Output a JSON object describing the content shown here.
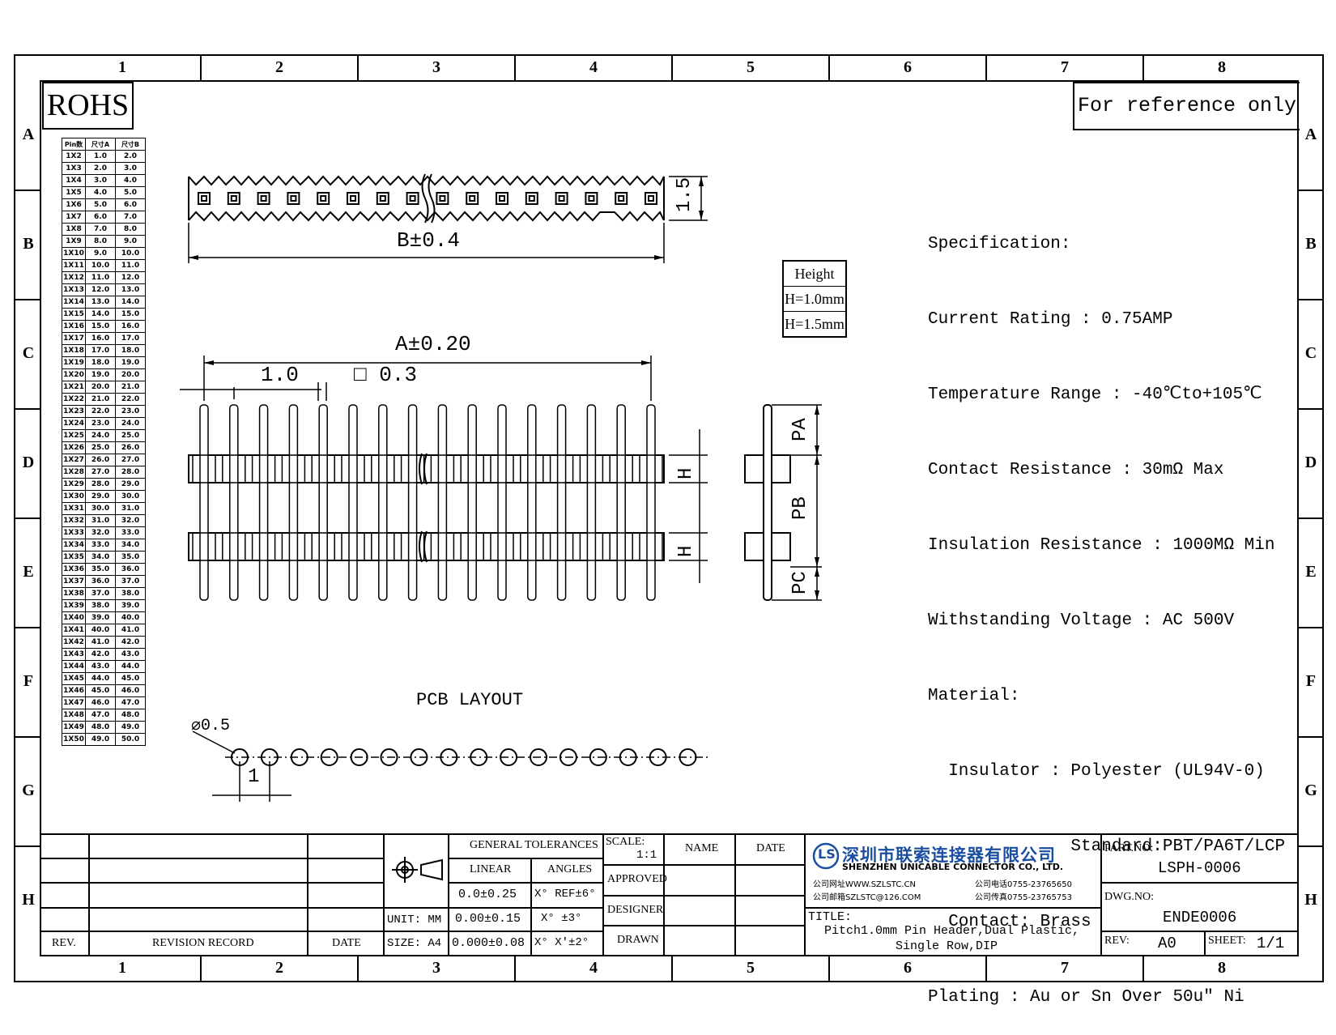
{
  "zone_numbers": [
    "1",
    "2",
    "3",
    "4",
    "5",
    "6",
    "7",
    "8"
  ],
  "zone_letters": [
    "A",
    "B",
    "C",
    "D",
    "E",
    "F",
    "G",
    "H"
  ],
  "rohs_label": "ROHS",
  "reference_note": "For reference only",
  "pin_table": {
    "headers": [
      "Pin数",
      "尺寸A",
      "尺寸B"
    ],
    "rows": [
      [
        "1X2",
        "1.0",
        "2.0"
      ],
      [
        "1X3",
        "2.0",
        "3.0"
      ],
      [
        "1X4",
        "3.0",
        "4.0"
      ],
      [
        "1X5",
        "4.0",
        "5.0"
      ],
      [
        "1X6",
        "5.0",
        "6.0"
      ],
      [
        "1X7",
        "6.0",
        "7.0"
      ],
      [
        "1X8",
        "7.0",
        "8.0"
      ],
      [
        "1X9",
        "8.0",
        "9.0"
      ],
      [
        "1X10",
        "9.0",
        "10.0"
      ],
      [
        "1X11",
        "10.0",
        "11.0"
      ],
      [
        "1X12",
        "11.0",
        "12.0"
      ],
      [
        "1X13",
        "12.0",
        "13.0"
      ],
      [
        "1X14",
        "13.0",
        "14.0"
      ],
      [
        "1X15",
        "14.0",
        "15.0"
      ],
      [
        "1X16",
        "15.0",
        "16.0"
      ],
      [
        "1X17",
        "16.0",
        "17.0"
      ],
      [
        "1X18",
        "17.0",
        "18.0"
      ],
      [
        "1X19",
        "18.0",
        "19.0"
      ],
      [
        "1X20",
        "19.0",
        "20.0"
      ],
      [
        "1X21",
        "20.0",
        "21.0"
      ],
      [
        "1X22",
        "21.0",
        "22.0"
      ],
      [
        "1X23",
        "22.0",
        "23.0"
      ],
      [
        "1X24",
        "23.0",
        "24.0"
      ],
      [
        "1X25",
        "24.0",
        "25.0"
      ],
      [
        "1X26",
        "25.0",
        "26.0"
      ],
      [
        "1X27",
        "26.0",
        "27.0"
      ],
      [
        "1X28",
        "27.0",
        "28.0"
      ],
      [
        "1X29",
        "28.0",
        "29.0"
      ],
      [
        "1X30",
        "29.0",
        "30.0"
      ],
      [
        "1X31",
        "30.0",
        "31.0"
      ],
      [
        "1X32",
        "31.0",
        "32.0"
      ],
      [
        "1X33",
        "32.0",
        "33.0"
      ],
      [
        "1X34",
        "33.0",
        "34.0"
      ],
      [
        "1X35",
        "34.0",
        "35.0"
      ],
      [
        "1X36",
        "35.0",
        "36.0"
      ],
      [
        "1X37",
        "36.0",
        "37.0"
      ],
      [
        "1X38",
        "37.0",
        "38.0"
      ],
      [
        "1X39",
        "38.0",
        "39.0"
      ],
      [
        "1X40",
        "39.0",
        "40.0"
      ],
      [
        "1X41",
        "40.0",
        "41.0"
      ],
      [
        "1X42",
        "41.0",
        "42.0"
      ],
      [
        "1X43",
        "42.0",
        "43.0"
      ],
      [
        "1X44",
        "43.0",
        "44.0"
      ],
      [
        "1X45",
        "44.0",
        "45.0"
      ],
      [
        "1X46",
        "45.0",
        "46.0"
      ],
      [
        "1X47",
        "46.0",
        "47.0"
      ],
      [
        "1X48",
        "47.0",
        "48.0"
      ],
      [
        "1X49",
        "48.0",
        "49.0"
      ],
      [
        "1X50",
        "49.0",
        "50.0"
      ]
    ]
  },
  "dimensions": {
    "b_label": "B±0.4",
    "height_15": "1.5",
    "a_label": "A±0.20",
    "pitch": "1.0",
    "square": "□ 0.3",
    "h1": "H",
    "h2": "H",
    "pa": "PA",
    "pb": "PB",
    "pc": "PC",
    "pcb_title": "PCB LAYOUT",
    "hole_dia": "⌀0.5",
    "pcb_pitch": "1"
  },
  "height_table": {
    "title": "Height",
    "rows": [
      "H=1.0mm",
      "H=1.5mm"
    ]
  },
  "specification": [
    "Specification:",
    "Current Rating : 0.75AMP",
    "Temperature Range : -40℃to+105℃",
    "Contact Resistance : 30mΩ Max",
    "Insulation Resistance : 1000MΩ Min",
    "Withstanding Voltage : AC 500V",
    "Material:",
    "  Insulator : Polyester (UL94V-0)",
    "              Standard:PBT/PA6T/LCP",
    "  Contact: Brass",
    "Plating : Au or Sn Over 50u\" Ni"
  ],
  "title_block": {
    "rev_header": "REV.",
    "revision_record": "REVISION RECORD",
    "date_header": "DATE",
    "general_tolerances": "GENERAL TOLERANCES",
    "linear": "LINEAR",
    "angles": "ANGLES",
    "tol_rows": [
      [
        "0.0±0.25",
        "X° REF±6°"
      ],
      [
        "0.00±0.15",
        "X° ±3°"
      ],
      [
        "0.000±0.08",
        "X° X'±2°"
      ]
    ],
    "unit": "UNIT: MM",
    "size": "SIZE: A4",
    "scale_label": "SCALE:",
    "scale_value": "1:1",
    "name_header": "NAME",
    "date_header2": "DATE",
    "approved": "APPROVED",
    "designer": "DESIGNER",
    "drawn": "DRAWN",
    "company_cn": "深圳市联索连接器有限公司",
    "company_en": "SHENZHEN UNICABLE CONNECTOR CO., LTD.",
    "website": "公司网址WWW.SZLSTC.CN",
    "phone": "公司电话0755-23765650",
    "email": "公司邮箱SZLSTC@126.COM",
    "fax": "公司传真0755-23765753",
    "title_label": "TITLE:",
    "title_line1": "Pitch1.0mm Pin Header,Dual Plastic,",
    "title_line2": "Single Row,DIP",
    "part_no_label": "PART.NO:",
    "part_no": "LSPH-0006",
    "dwg_no_label": "DWG.NO:",
    "dwg_no": "ENDE0006",
    "rev_label": "REV:",
    "rev_value": "A0",
    "sheet_label": "SHEET:",
    "sheet_value": "1/1",
    "logo_letters": "LS"
  }
}
